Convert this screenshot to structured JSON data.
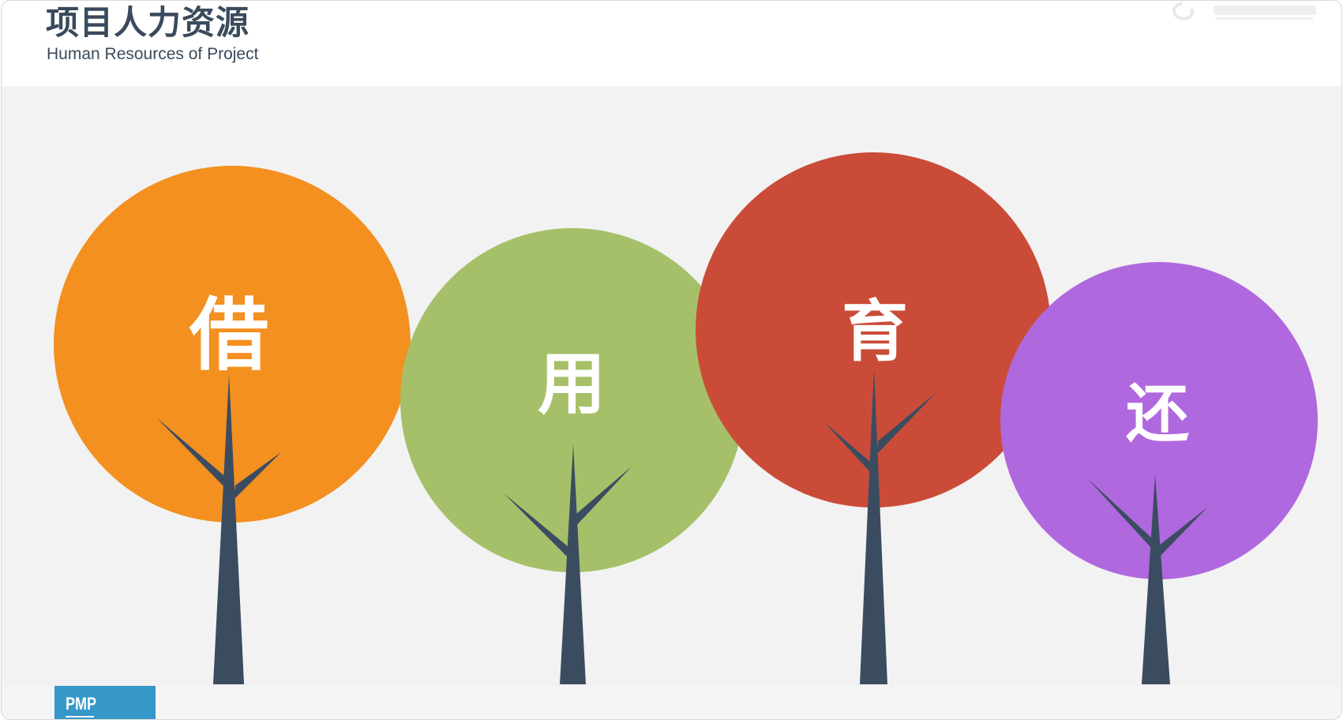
{
  "header": {
    "title_cn": "项目人力资源",
    "title_en": "Human Resources of Project"
  },
  "trees": [
    {
      "char": "借",
      "color": "#f39020"
    },
    {
      "char": "用",
      "color": "#a5c068"
    },
    {
      "char": "育",
      "color": "#ca4c38"
    },
    {
      "char": "还",
      "color": "#b068de"
    }
  ],
  "colors": {
    "trunk": "#3b4c60",
    "title": "#3a4a5c",
    "badge": "#3598c9",
    "background": "#f2f2f2"
  },
  "badge": {
    "label": "PMP"
  },
  "logo": {
    "icon": "company-logo-icon"
  }
}
